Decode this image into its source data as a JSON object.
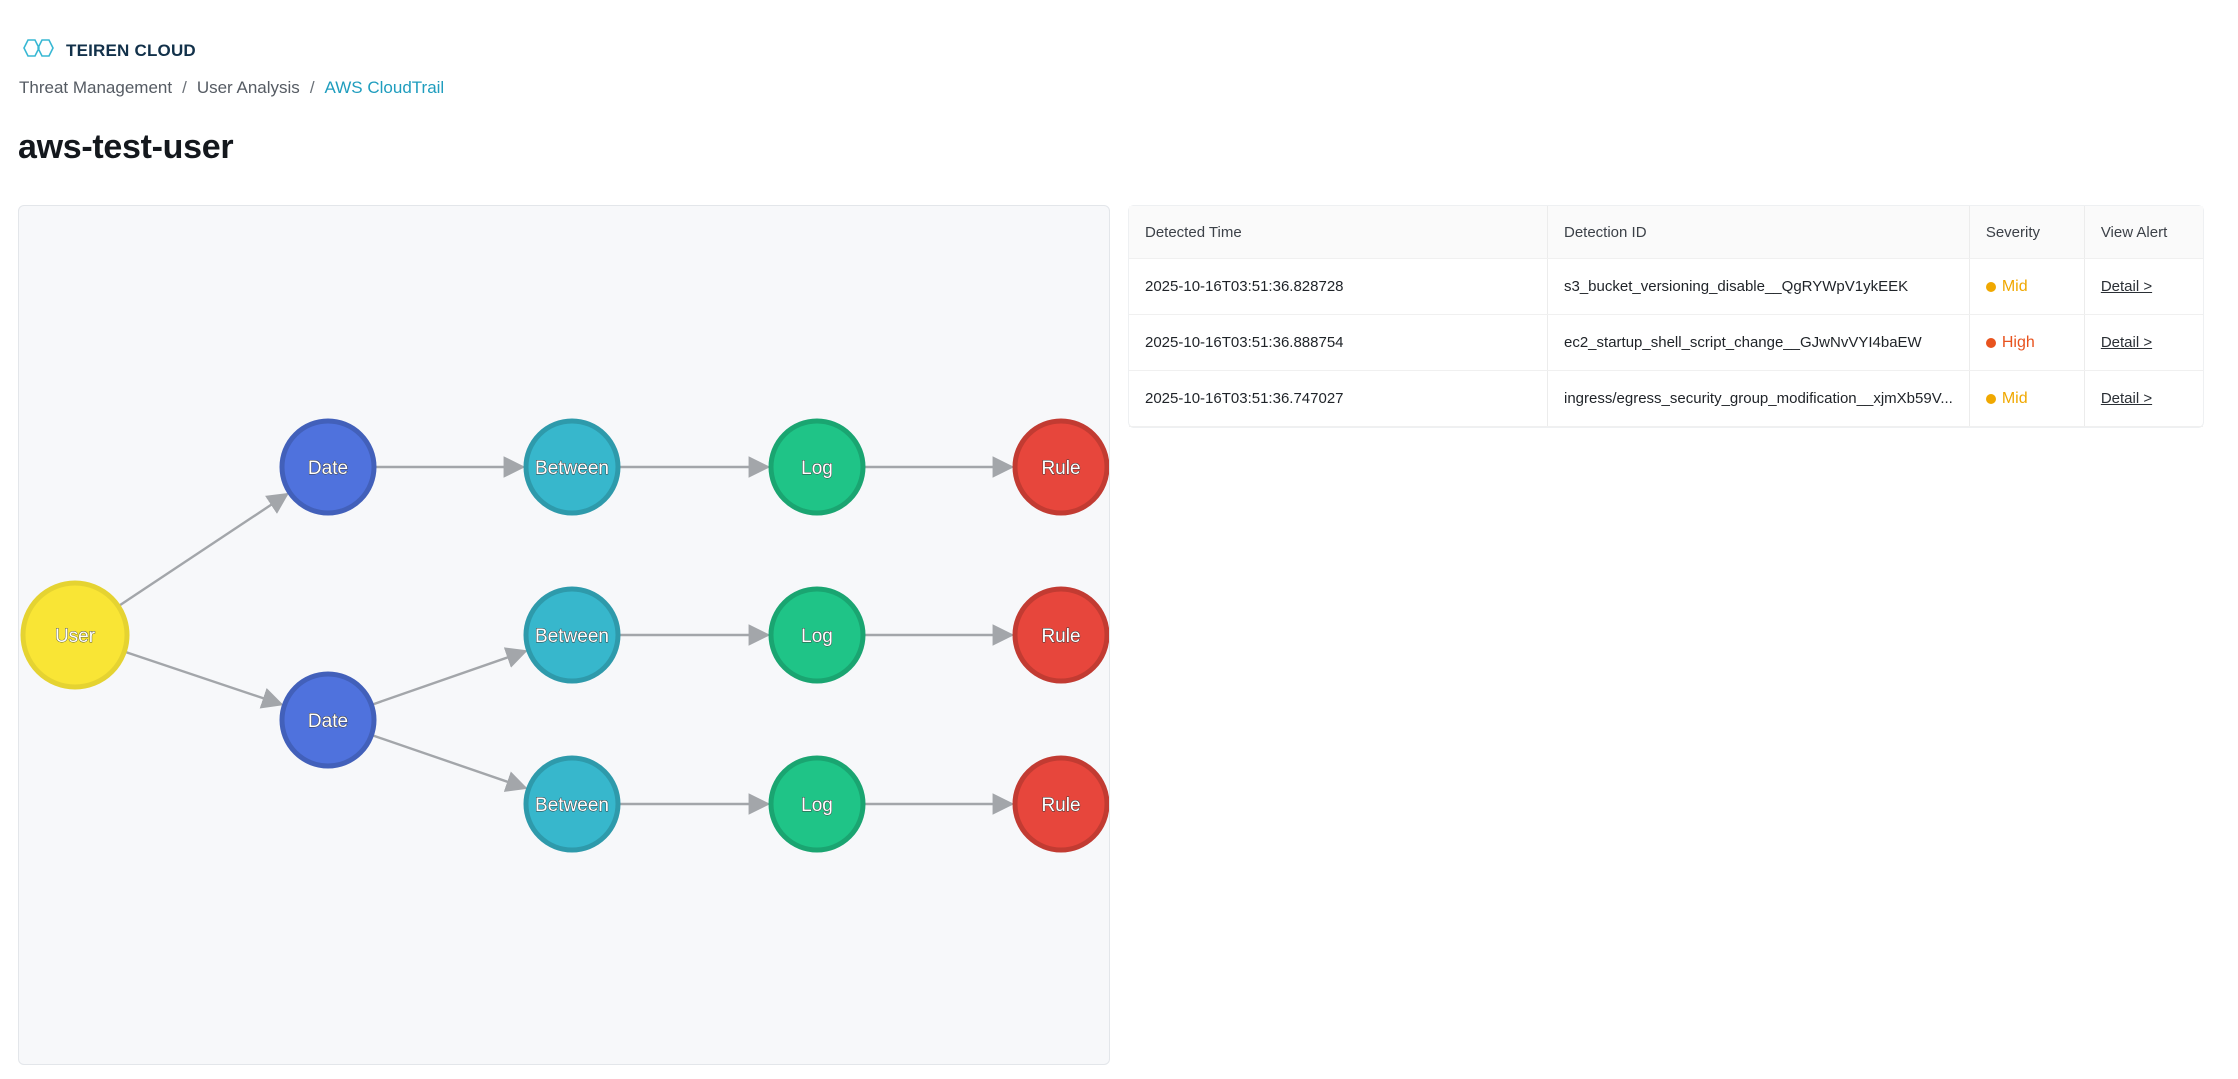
{
  "app": {
    "logo_icon": "hexagon-logo-icon",
    "logo_text": "TEIREN CLOUD",
    "brand_color": "#1f9dbe"
  },
  "breadcrumb": {
    "items": [
      "Threat Management",
      "User Analysis",
      "AWS CloudTrail"
    ],
    "separator": "/"
  },
  "page": {
    "title": "aws-test-user"
  },
  "graph": {
    "nodes": [
      {
        "id": "user",
        "label": "User",
        "kind": "user",
        "color": "#f9e535"
      },
      {
        "id": "date1",
        "label": "Date",
        "kind": "date",
        "color": "#4f72dd"
      },
      {
        "id": "date2",
        "label": "Date",
        "kind": "date",
        "color": "#4f72dd"
      },
      {
        "id": "between1",
        "label": "Between",
        "kind": "between",
        "color": "#37b7cc"
      },
      {
        "id": "between2",
        "label": "Between",
        "kind": "between",
        "color": "#37b7cc"
      },
      {
        "id": "between3",
        "label": "Between",
        "kind": "between",
        "color": "#37b7cc"
      },
      {
        "id": "log1",
        "label": "Log",
        "kind": "log",
        "color": "#1fc487"
      },
      {
        "id": "log2",
        "label": "Log",
        "kind": "log",
        "color": "#1fc487"
      },
      {
        "id": "log3",
        "label": "Log",
        "kind": "log",
        "color": "#1fc487"
      },
      {
        "id": "rule1",
        "label": "Rule",
        "kind": "rule",
        "color": "#e7463c"
      },
      {
        "id": "rule2",
        "label": "Rule",
        "kind": "rule",
        "color": "#e7463c"
      },
      {
        "id": "rule3",
        "label": "Rule",
        "kind": "rule",
        "color": "#e7463c"
      }
    ],
    "edges": [
      [
        "user",
        "date1"
      ],
      [
        "user",
        "date2"
      ],
      [
        "date1",
        "between1"
      ],
      [
        "date2",
        "between2"
      ],
      [
        "date2",
        "between3"
      ],
      [
        "between1",
        "log1"
      ],
      [
        "between2",
        "log2"
      ],
      [
        "between3",
        "log3"
      ],
      [
        "log1",
        "rule1"
      ],
      [
        "log2",
        "rule2"
      ],
      [
        "log3",
        "rule3"
      ]
    ]
  },
  "table": {
    "headers": [
      "Detected Time",
      "Detection ID",
      "Severity",
      "View Alert"
    ],
    "rows": [
      {
        "time": "2025-10-16T03:51:36.828728",
        "id": "s3_bucket_versioning_disable__QgRYWpV1ykEEK",
        "severity": "Mid",
        "severity_color": "#f0a800",
        "action": "Detail >"
      },
      {
        "time": "2025-10-16T03:51:36.888754",
        "id": "ec2_startup_shell_script_change__GJwNvVYI4baEW",
        "severity": "High",
        "severity_color": "#e8531e",
        "action": "Detail >"
      },
      {
        "time": "2025-10-16T03:51:36.747027",
        "id": "ingress/egress_security_group_modification__xjmXb59V...",
        "severity": "Mid",
        "severity_color": "#f0a800",
        "action": "Detail >"
      }
    ]
  }
}
